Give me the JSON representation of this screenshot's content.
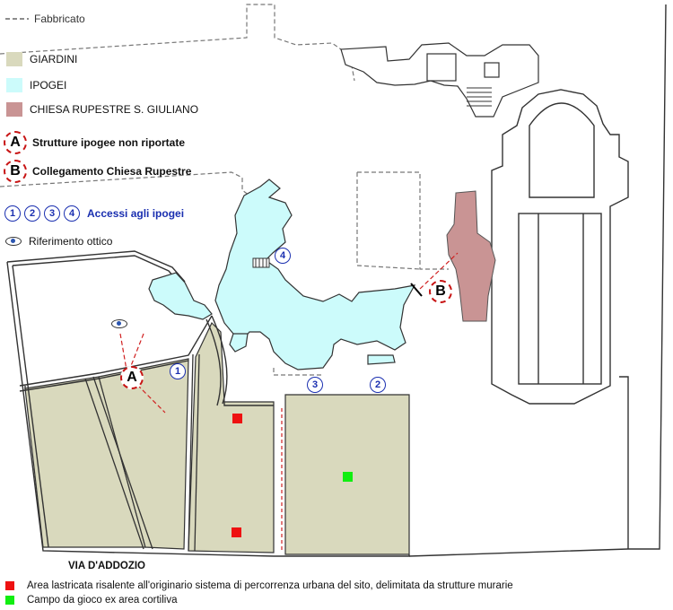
{
  "legend": {
    "fabbricato": "Fabbricato",
    "giardini": "GIARDINI",
    "ipogei": "IPOGEI",
    "chiesa": "CHIESA RUPESTRE S. GIULIANO",
    "strutture_letter": "A",
    "strutture": "Strutture ipogee non riportate",
    "collegamento_letter": "B",
    "collegamento": "Collegamento Chiesa Rupestre",
    "accessi_numbers": [
      "1",
      "2",
      "3",
      "4"
    ],
    "accessi": "Accessi agli ipogei",
    "riferimento": "Riferimento ottico"
  },
  "markers": {
    "a": "A",
    "b": "B",
    "n1": "1",
    "n2": "2",
    "n3": "3",
    "n4": "4"
  },
  "street": "VIA D'ADDOZIO",
  "footnotes": {
    "red": "Area lastricata risalente all'originario sistema di percorrenza urbana del sito, delimitata da strutture murarie",
    "green": "Campo da gioco ex area cortiliva"
  },
  "colors": {
    "giardini": "#d9d9bd",
    "ipogei": "#ccfbfb",
    "chiesa": "#c99494",
    "red_square": "#ee1111",
    "green_square": "#11ee11",
    "accent_blue": "#1a2fb0",
    "marker_red": "#c81414"
  },
  "icons": {
    "eye": "eye-icon",
    "dashed_line": "dashed-line-icon"
  }
}
